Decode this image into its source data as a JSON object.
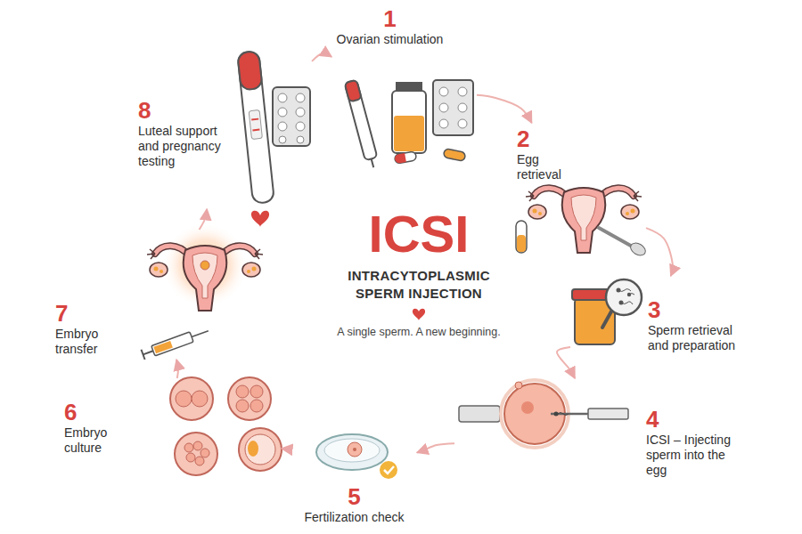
{
  "diagram": {
    "title": "ICSI",
    "nodes": [
      {
        "text": [
          "1",
          "Ovarian stimulation"
        ]
      },
      {
        "text": [
          "2",
          "Egg retrieval"
        ]
      },
      {
        "text": [
          "3",
          "Sperm retrieval and preparation"
        ]
      },
      {
        "text": [
          "4",
          "ICSI – Injecting sperm into the egg"
        ]
      },
      {
        "text": [
          "5",
          "Fertilization check"
        ]
      },
      {
        "text": [
          "6",
          "Embryo culture"
        ]
      },
      {
        "text": [
          "7",
          "Embryo transfer"
        ]
      },
      {
        "text": [
          "8",
          "Luteal support and pregnancy testing"
        ]
      }
    ],
    "edges": [
      {
        "from": 0,
        "to": 1,
        "arrow": "to"
      },
      {
        "from": 1,
        "to": 2,
        "arrow": "to"
      },
      {
        "from": 2,
        "to": 3,
        "arrow": "to"
      },
      {
        "from": 3,
        "to": 4,
        "arrow": "to"
      },
      {
        "from": 4,
        "to": 5,
        "arrow": "to"
      },
      {
        "from": 5,
        "to": 6,
        "arrow": "to"
      },
      {
        "from": 6,
        "to": 7,
        "arrow": "to"
      },
      {
        "from": 7,
        "to": 0,
        "arrow": "to"
      }
    ],
    "labels": [
      "INTRACYTOPLASMIC SPERM INJECTION",
      "A single sperm. A new beginning."
    ]
  }
}
